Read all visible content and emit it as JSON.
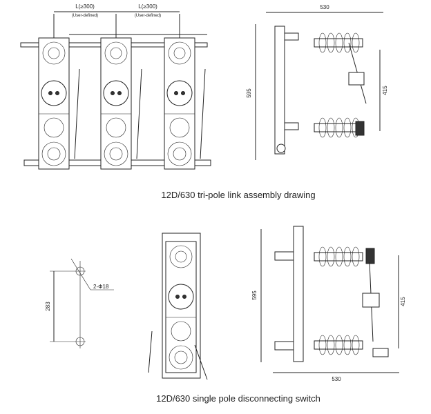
{
  "top": {
    "tripole": {
      "dim1_value": "L(≥300)",
      "dim1_note": "(User-defined)",
      "dim2_value": "L(≥300)",
      "dim2_note": "(User-defined)"
    },
    "side_view": {
      "width": "530",
      "height": "595",
      "insulator_span": "415"
    },
    "caption": "12D/630  tri-pole link assembly drawing"
  },
  "bottom": {
    "mounting": {
      "hole_spec": "2-Φ18",
      "hole_spacing": "283"
    },
    "side_view": {
      "height": "595",
      "insulator_span": "415",
      "width": "530"
    },
    "caption": "12D/630  single pole disconnecting switch"
  }
}
